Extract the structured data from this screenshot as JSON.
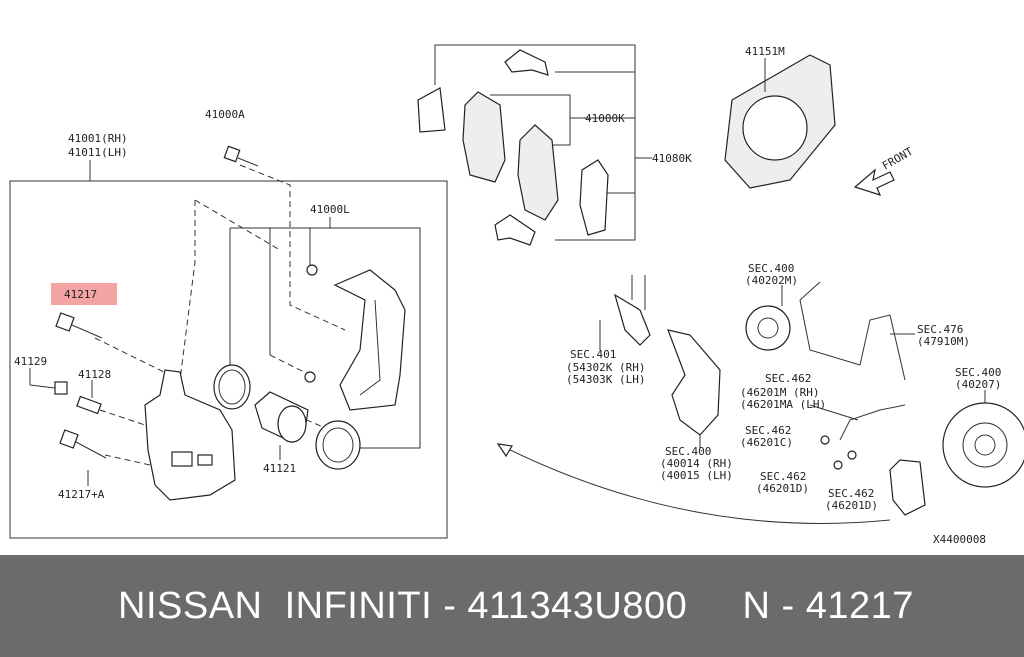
{
  "labels": {
    "l41000A": "41000A",
    "l41001": "41001(RH)",
    "l41011": "41011(LH)",
    "l41000L": "41000L",
    "l41217": "41217",
    "l41129": "41129",
    "l41128": "41128",
    "l41121": "41121",
    "l41217A": "41217+A",
    "l41000K": "41000K",
    "l41080K": "41080K",
    "l41151M": "41151M",
    "front": "FRONT",
    "sec400a1": "SEC.400",
    "sec400a2": "(40202M)",
    "sec401a": "SEC.401",
    "sec401b": "(54302K (RH)",
    "sec401c": "(54303K (LH)",
    "sec476a": "SEC.476",
    "sec476b": "(47910M)",
    "sec462a1": "SEC.462",
    "sec462a2": "(46201M (RH)",
    "sec462a3": "(46201MA (LH)",
    "sec400b1": "SEC.400",
    "sec400b2": "(40207)",
    "sec462b1": "SEC.462",
    "sec462b2": "(46201C)",
    "sec400c1": "SEC.400",
    "sec400c2": "(40014 (RH)",
    "sec400c3": "(40015 (LH)",
    "sec462c1": "SEC.462",
    "sec462c2": "(46201D)",
    "sec462d1": "SEC.462",
    "sec462d2": "(46201D)",
    "code": "X4400008"
  },
  "colors": {
    "highlight": "#f4a3a3",
    "banner": "#6b6b6b"
  },
  "banner": {
    "text": "NISSAN  INFINITI - 411343U800     N - 41217"
  }
}
